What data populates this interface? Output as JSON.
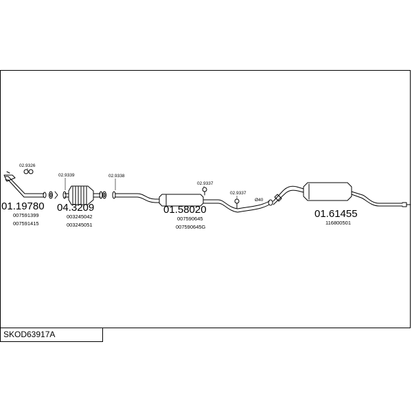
{
  "diagram": {
    "code": "SKOD63917A",
    "parts": [
      {
        "number": "01.19780",
        "refs": [
          "007591399",
          "007591415"
        ]
      },
      {
        "number": "04.3209",
        "refs": [
          "003245042",
          "003245051"
        ]
      },
      {
        "number": "01.58020",
        "refs": [
          "007590645",
          "007590645G"
        ]
      },
      {
        "number": "01.61455",
        "refs": [
          "116800501"
        ]
      }
    ],
    "accessories": [
      "02.9326",
      "02.9339",
      "02.9338",
      "02.9337",
      "02.9337",
      "Ø40"
    ]
  }
}
